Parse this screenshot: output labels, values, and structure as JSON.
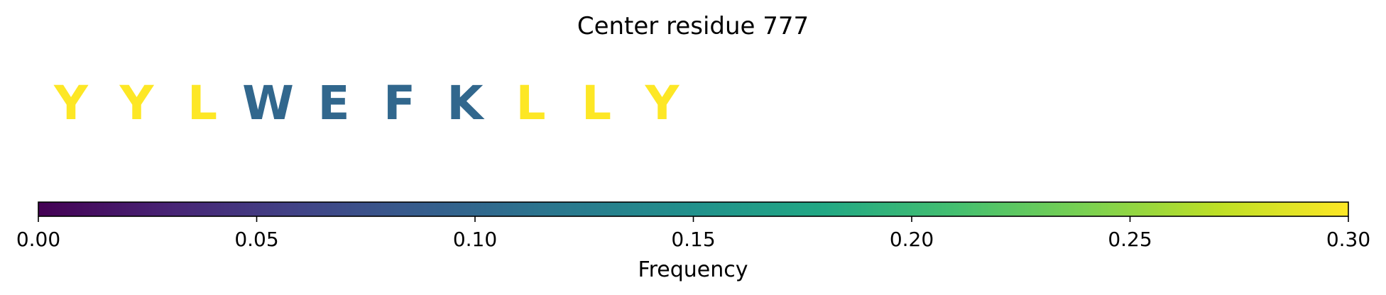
{
  "chart_data": {
    "type": "sequence-colorbar",
    "title": "Center residue 777",
    "residues": [
      {
        "letter": "Y",
        "frequency": 0.3
      },
      {
        "letter": "Y",
        "frequency": 0.3
      },
      {
        "letter": "L",
        "frequency": 0.3
      },
      {
        "letter": "W",
        "frequency": 0.1
      },
      {
        "letter": "E",
        "frequency": 0.1
      },
      {
        "letter": "F",
        "frequency": 0.1
      },
      {
        "letter": "K",
        "frequency": 0.1
      },
      {
        "letter": "L",
        "frequency": 0.3
      },
      {
        "letter": "L",
        "frequency": 0.3
      },
      {
        "letter": "Y",
        "frequency": 0.3
      }
    ],
    "colorbar": {
      "colormap": "viridis",
      "range": [
        0,
        0.3
      ],
      "ticks": [
        "0.00",
        "0.05",
        "0.10",
        "0.15",
        "0.20",
        "0.25",
        "0.30"
      ],
      "label": "Frequency"
    }
  }
}
